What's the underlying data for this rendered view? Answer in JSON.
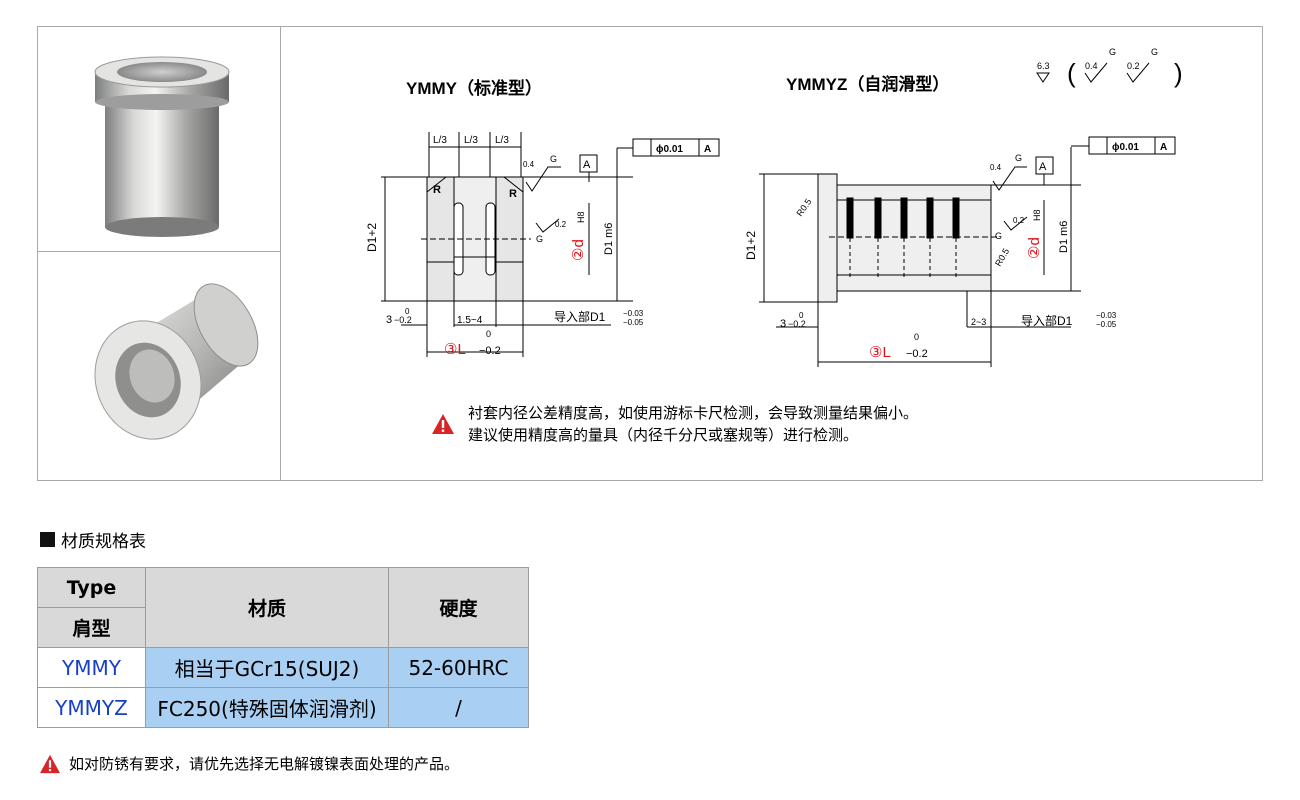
{
  "drawing": {
    "title_standard": "YMMY（标准型）",
    "title_selflube": "YMMYZ（自润滑型）",
    "roughness": {
      "r1": "6.3",
      "r2": "0.4",
      "r3": "0.2",
      "g": "G",
      "open": "(",
      "close": ")"
    },
    "labels": {
      "l3": "L/3",
      "roughness_04": "0.4",
      "roughness_02": "0.2",
      "g": "G",
      "datum": "A",
      "tolerance": "ϕ0.01",
      "tolerance_datum": "A",
      "d1_plus2": "D1+2",
      "d_h8": "②d",
      "h8": "H8",
      "d1_m6": "D1 m6",
      "r": "R",
      "r05": "R0.5",
      "dim_3": "3",
      "dim_3_tol_top": "0",
      "dim_3_tol_bot": "−0.2",
      "dim_15_4": "1.5~4",
      "dim_2_3": "2~3",
      "lead_in": "导入部D1",
      "lead_tol_top": "−0.03",
      "lead_tol_bot": "−0.05",
      "len_l": "③L",
      "len_tol_top": "0",
      "len_tol_bot": "−0.2"
    },
    "warning_lines": [
      "衬套内径公差精度高，如使用游标卡尺检测，会导致测量结果偏小。",
      "建议使用精度高的量具（内径千分尺或塞规等）进行检测。"
    ]
  },
  "section_title": "材质规格表",
  "spec_table": {
    "header_type": "Type",
    "header_shoulder": "肩型",
    "header_material": "材质",
    "header_hardness": "硬度",
    "rows": [
      {
        "type": "YMMY",
        "material": "相当于GCr15(SUJ2)",
        "hardness": "52-60HRC"
      },
      {
        "type": "YMMYZ",
        "material": "FC250(特殊固体润滑剂)",
        "hardness": "/"
      }
    ]
  },
  "bottom_note": "如对防锈有要求，请优先选择无电解镀镍表面处理的产品。",
  "colors": {
    "warning": "#d9252a",
    "type_text": "#1740c8",
    "material_bg": "#a9cff3",
    "header_bg": "#d9d9d9",
    "red_label": "#e0101a"
  }
}
